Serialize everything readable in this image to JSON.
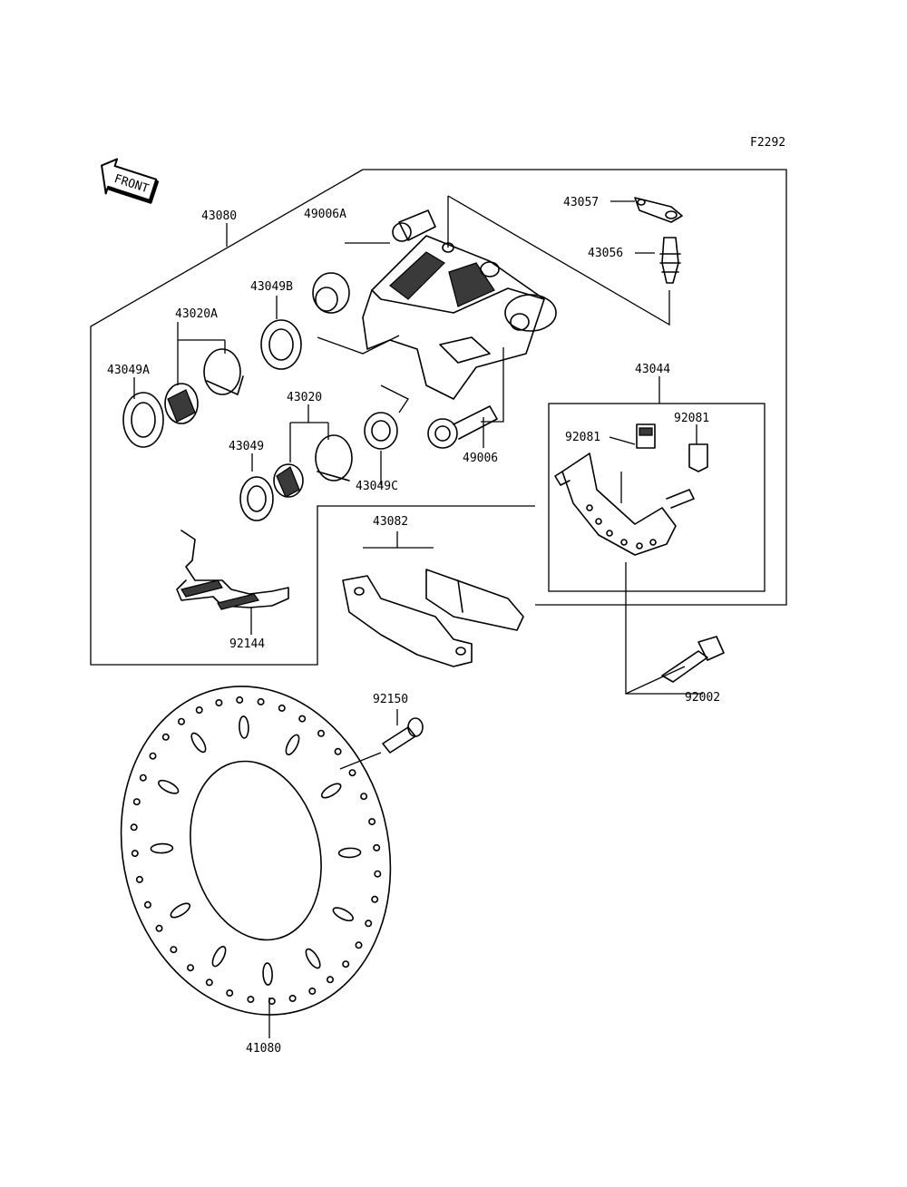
{
  "figure_code": "F2292",
  "front_label": "FRONT",
  "callouts": {
    "p43080": "43080",
    "p49006A": "49006A",
    "p43049B": "43049B",
    "p43020A": "43020A",
    "p43049A": "43049A",
    "p43020": "43020",
    "p43049": "43049",
    "p43049C": "43049C",
    "p49006": "49006",
    "p43057": "43057",
    "p43056": "43056",
    "p43044": "43044",
    "p92081a": "92081",
    "p92081b": "92081",
    "p43082": "43082",
    "p92144": "92144",
    "p92002": "92002",
    "p92150": "92150",
    "p41080": "41080"
  }
}
